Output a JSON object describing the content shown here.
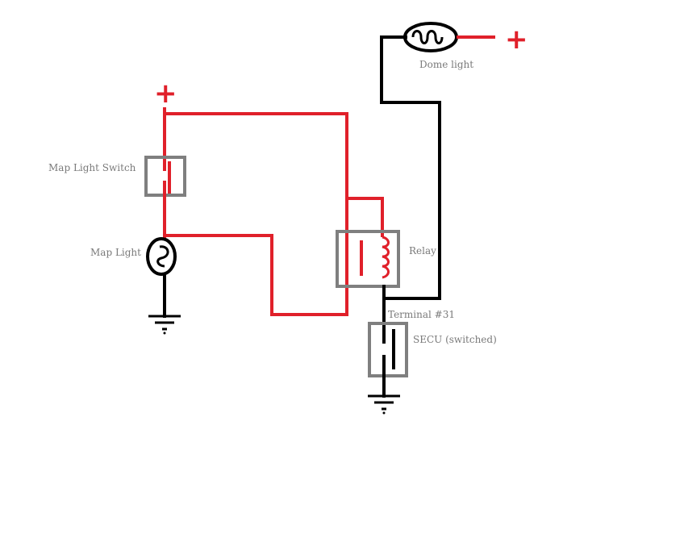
{
  "labels": {
    "dome_light": "Dome light",
    "map_light_switch": "Map Light Switch",
    "map_light": "Map Light",
    "relay": "Relay",
    "terminal": "Terminal #31",
    "secu": "SECU (switched)",
    "positive_symbol": "+"
  },
  "colors": {
    "positive_wire": "#e0202a",
    "ground_wire": "#000000",
    "component_box": "#7f7f7f",
    "label_text": "#7a7a7a"
  }
}
